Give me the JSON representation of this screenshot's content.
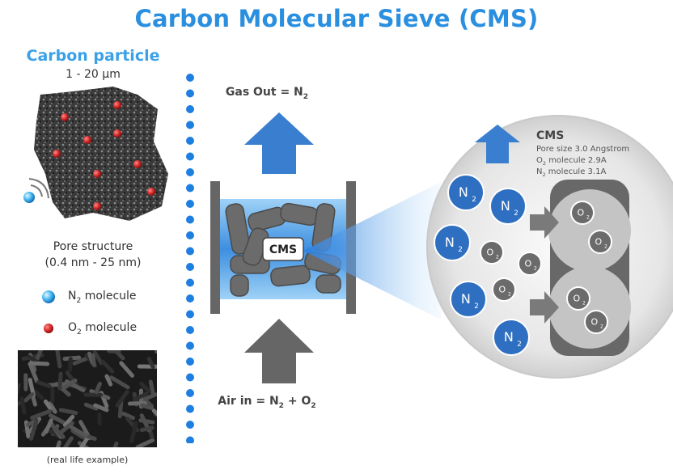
{
  "title": "Carbon Molecular Sieve (CMS)",
  "carbon_particle": {
    "title": "Carbon particle",
    "size": "1 - 20 µm"
  },
  "pore_structure": {
    "title": "Pore structure",
    "range": "(0.4 nm - 25 nm)"
  },
  "legend": {
    "n2": {
      "prefix": "N",
      "sub": "2",
      "suffix": " molecule"
    },
    "o2": {
      "prefix": "O",
      "sub": "2",
      "suffix": " molecule"
    }
  },
  "photo_caption": "(real life example)",
  "flow": {
    "gas_out": {
      "prefix": "Gas Out = N",
      "sub": "2"
    },
    "air_in": {
      "prefix": "Air in = N",
      "sub1": "2",
      "mid": " + O",
      "sub2": "2"
    },
    "column_label": "CMS"
  },
  "zoom": {
    "heading": "CMS",
    "pore_size": "Pore size 3.0 Angstrom",
    "o2_size": {
      "prefix": "O",
      "sub": "2",
      "suffix": " molecule 2.9A"
    },
    "n2_size": {
      "prefix": "N",
      "sub": "2",
      "suffix": " molecule 3.1A"
    },
    "n2_label": "N",
    "o2_label": "O",
    "subscript": "2"
  },
  "colors": {
    "title_blue": "#2b8fe0",
    "arrow_blue": "#3a7fcf",
    "arrow_gray": "#666666",
    "n2_blue": "#2f6fc1",
    "o2_gray": "#6b6b6b",
    "dot_blue": "#1e7fe0",
    "o2_red": "#d62a2a"
  }
}
